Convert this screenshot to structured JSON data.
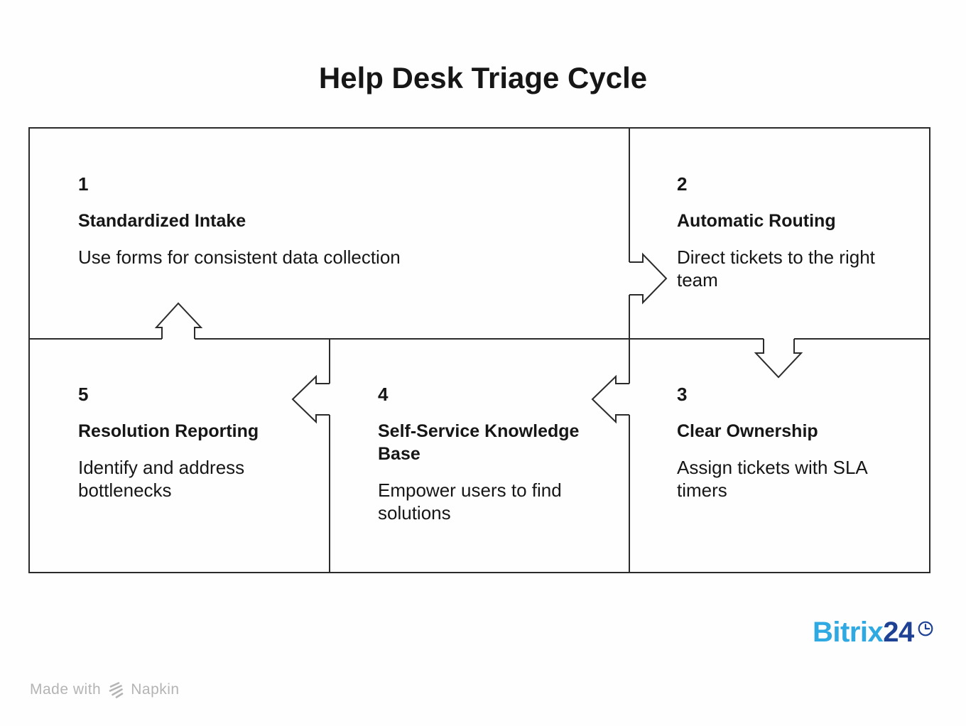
{
  "title": "Help Desk Triage Cycle",
  "steps": [
    {
      "number": "1",
      "heading": "Standardized Intake",
      "description": "Use forms for consistent data collection"
    },
    {
      "number": "2",
      "heading": "Automatic Routing",
      "description": "Direct tickets to the right team"
    },
    {
      "number": "3",
      "heading": "Clear Ownership",
      "description": "Assign tickets with SLA timers"
    },
    {
      "number": "4",
      "heading": "Self-Service Knowledge Base",
      "description": "Empower users to find solutions"
    },
    {
      "number": "5",
      "heading": "Resolution Reporting",
      "description": "Identify and address bottlenecks"
    }
  ],
  "arrows": [
    {
      "name": "arrow-step1-to-step2",
      "direction": "right"
    },
    {
      "name": "arrow-step2-to-step3",
      "direction": "down"
    },
    {
      "name": "arrow-step3-to-step4",
      "direction": "left"
    },
    {
      "name": "arrow-step4-to-step5",
      "direction": "left"
    },
    {
      "name": "arrow-step5-to-step1",
      "direction": "up"
    }
  ],
  "branding": {
    "logo_text_primary": "Bitrix",
    "logo_text_secondary": "24",
    "clock_icon": "clock-icon"
  },
  "footer": {
    "credit_prefix": "Made with",
    "credit_brand": "Napkin",
    "napkin_icon": "napkin-logo-icon"
  },
  "colors": {
    "background": "#fefefe",
    "line": "#2b2b2b",
    "text": "#161616",
    "bitrix_light_blue": "#2fa9e1",
    "bitrix_dark_blue": "#1e4194",
    "credit_gray": "#b4b4b4"
  }
}
